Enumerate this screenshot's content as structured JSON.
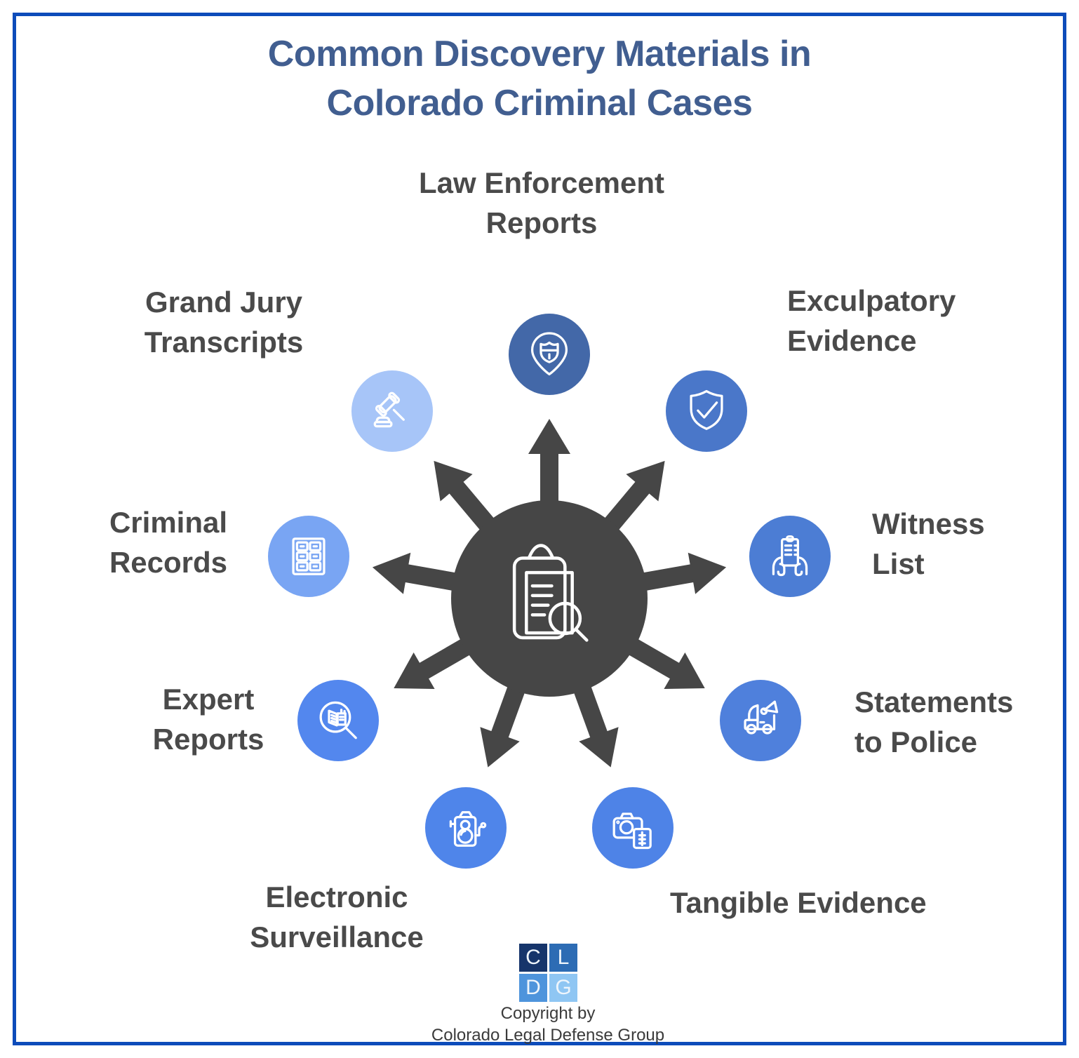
{
  "title": {
    "text": "Common Discovery Materials in\nColorado Criminal Cases",
    "color": "#415e90"
  },
  "hub": {
    "icon": "clipboard-magnifier-icon",
    "color": "#464646"
  },
  "items": [
    {
      "label": "Law Enforcement\nReports",
      "icon": "police-badge-pin-icon",
      "circle_color": "#4368a8",
      "angle_deg": 90
    },
    {
      "label": "Exculpatory\nEvidence",
      "icon": "shield-check-icon",
      "circle_color": "#4a77c9",
      "angle_deg": 50
    },
    {
      "label": "Witness\nList",
      "icon": "witness-list-icon",
      "circle_color": "#4c7dd4",
      "angle_deg": 10
    },
    {
      "label": "Statements\nto Police",
      "icon": "police-van-megaphone-icon",
      "circle_color": "#4f80dc",
      "angle_deg": -30
    },
    {
      "label": "Tangible Evidence",
      "icon": "camera-notebook-icon",
      "circle_color": "#4e83e7",
      "angle_deg": -70
    },
    {
      "label": "Electronic\nSurveillance",
      "icon": "surveillance-camera-icon",
      "circle_color": "#4f85ea",
      "angle_deg": -110
    },
    {
      "label": "Expert\nReports",
      "icon": "magnifier-report-icon",
      "circle_color": "#5387ee",
      "angle_deg": -150
    },
    {
      "label": "Criminal\nRecords",
      "icon": "card-catalog-icon",
      "circle_color": "#79a5f3",
      "angle_deg": 170
    },
    {
      "label": "Grand Jury\nTranscripts",
      "icon": "gavel-icon",
      "circle_color": "#a7c5f8",
      "angle_deg": 130
    }
  ],
  "colors": {
    "border": "#0d4cba",
    "label_text": "#4a4a4a",
    "hub_and_arrows": "#464646"
  },
  "footer": {
    "logo": {
      "squares": [
        {
          "letter": "C",
          "color": "#16356b"
        },
        {
          "letter": "L",
          "color": "#2d6cb4"
        },
        {
          "letter": "D",
          "color": "#4e94dc"
        },
        {
          "letter": "G",
          "color": "#8fc6f3"
        }
      ]
    },
    "copyright": "Copyright by\nColorado Legal Defense Group"
  }
}
